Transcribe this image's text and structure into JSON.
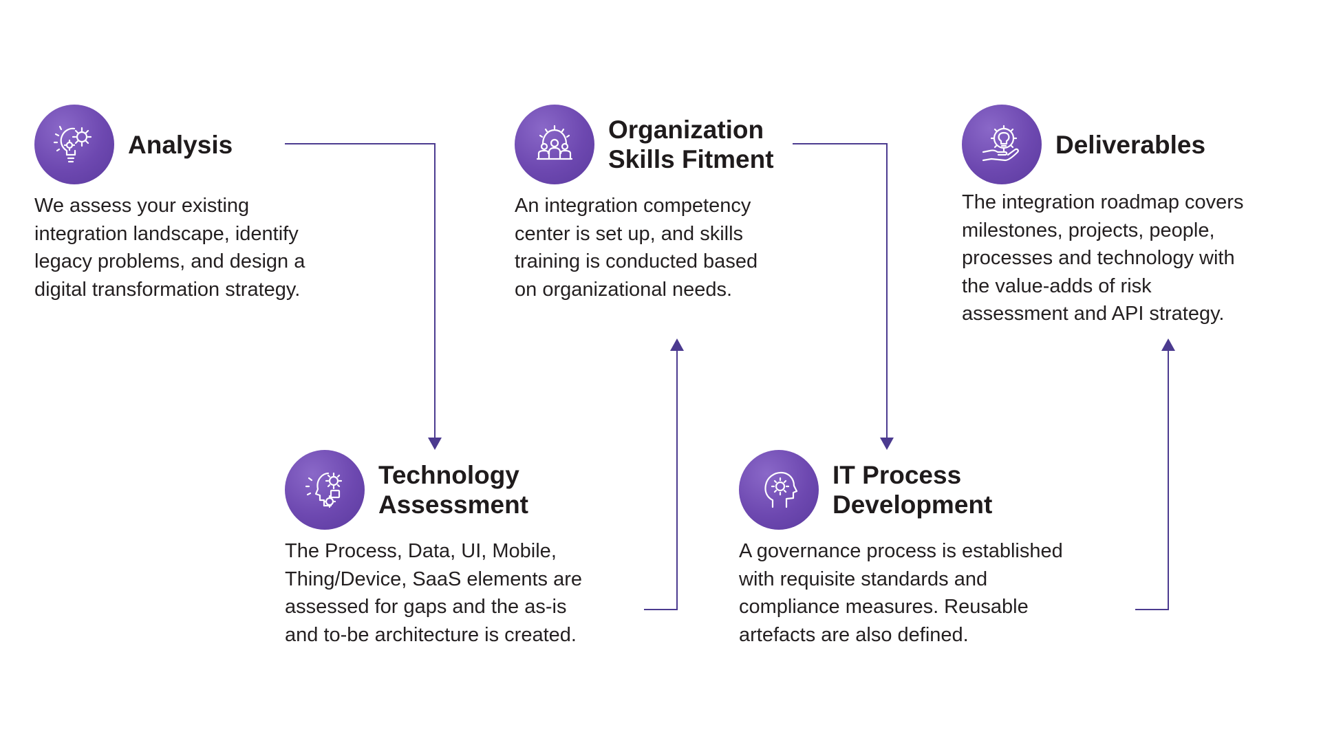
{
  "accent_color": "#6d48b0",
  "connector_color": "#4b3a8f",
  "steps": [
    {
      "id": "analysis",
      "icon": "bulb-gear-icon",
      "title_lines": [
        "Analysis"
      ],
      "desc_lines": [
        "We assess your existing",
        "integration landscape, identify",
        "legacy problems, and design a",
        "digital transformation strategy."
      ]
    },
    {
      "id": "technology-assessment",
      "icon": "head-gears-icon",
      "title_lines": [
        "Technology",
        "Assessment"
      ],
      "desc_lines": [
        "The Process, Data, UI, Mobile,",
        "Thing/Device, SaaS elements are",
        "assessed for gaps and the as-is",
        "and to-be architecture is created."
      ]
    },
    {
      "id": "organization-skills-fitment",
      "icon": "team-gear-icon",
      "title_lines": [
        "Organization",
        "Skills Fitment"
      ],
      "desc_lines": [
        "An integration competency",
        "center is set up, and skills",
        "training is conducted based",
        "on organizational needs."
      ]
    },
    {
      "id": "it-process-development",
      "icon": "head-gear-icon",
      "title_lines": [
        "IT Process",
        "Development"
      ],
      "desc_lines": [
        "A governance process is established",
        "with requisite standards and",
        "compliance measures. Reusable",
        "artefacts are also defined."
      ]
    },
    {
      "id": "deliverables",
      "icon": "hand-gear-bulb-icon",
      "title_lines": [
        "Deliverables"
      ],
      "desc_lines": [
        "The integration roadmap covers",
        "milestones, projects, people,",
        "processes and technology with",
        "the value-adds of risk",
        "assessment and API strategy."
      ]
    }
  ]
}
